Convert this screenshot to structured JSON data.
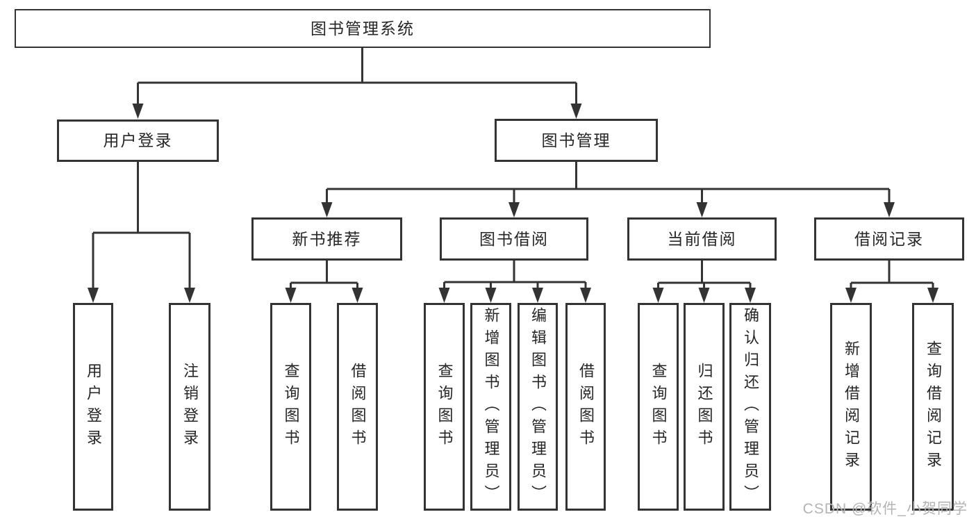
{
  "tree": {
    "root": "图书管理系统",
    "branches": [
      {
        "label": "用户登录",
        "children": [
          "用户登录",
          "注销登录"
        ]
      },
      {
        "label": "图书管理",
        "groups": [
          {
            "label": "新书推荐",
            "children": [
              "查询图书",
              "借阅图书"
            ]
          },
          {
            "label": "图书借阅",
            "children": [
              "查询图书",
              "新增图书（管理员）",
              "编辑图书（管理员）",
              "借阅图书"
            ]
          },
          {
            "label": "当前借阅",
            "children": [
              "查询图书",
              "归还图书",
              "确认归还（管理员）"
            ]
          },
          {
            "label": "借阅记录",
            "children": [
              "新增借阅记录",
              "查询借阅记录"
            ]
          }
        ]
      }
    ]
  },
  "watermark": "CSDN @软件_小贺同学",
  "colors": {
    "line": "#333333",
    "box_border": "#333333",
    "box_fill": "#ffffff",
    "text": "#262626",
    "watermark": "#b3b3b6"
  }
}
